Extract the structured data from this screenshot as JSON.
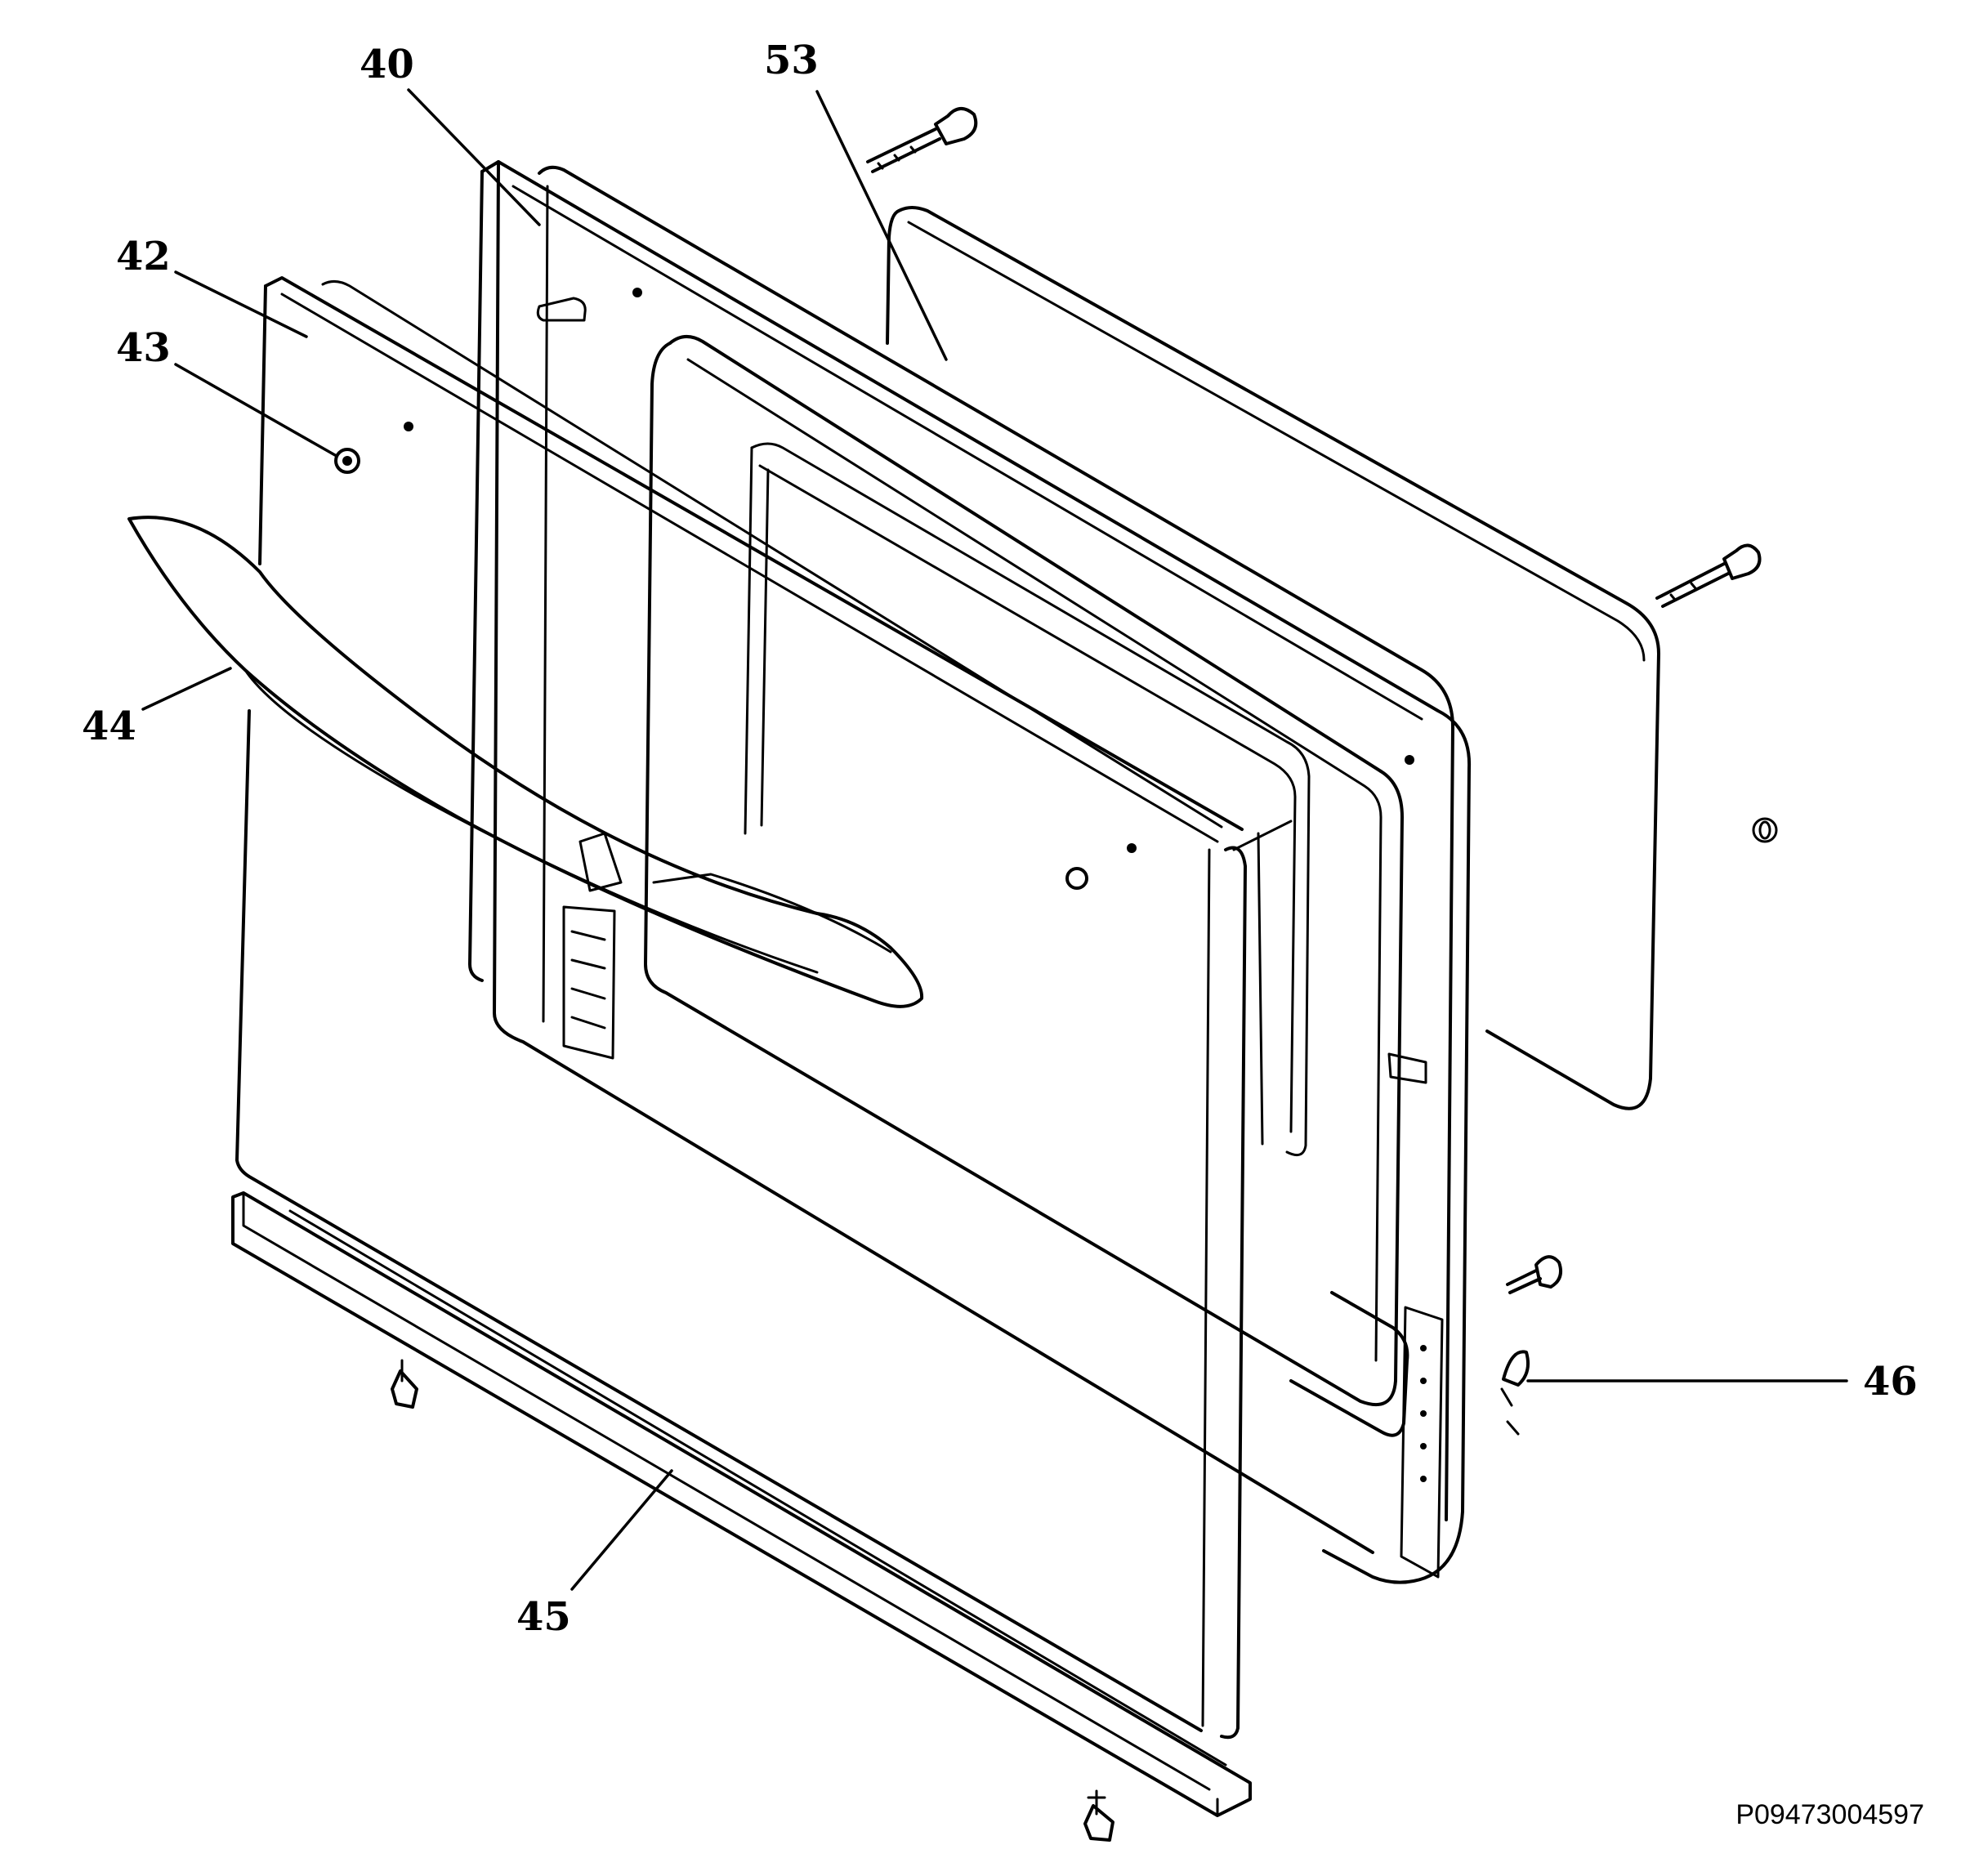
{
  "callouts": {
    "c40": "40",
    "c53": "53",
    "c42": "42",
    "c43": "43",
    "c44": "44",
    "c45": "45",
    "c46": "46"
  },
  "drawing_code": "P09473004597",
  "colors": {
    "line": "#000000",
    "background": "#ffffff"
  }
}
